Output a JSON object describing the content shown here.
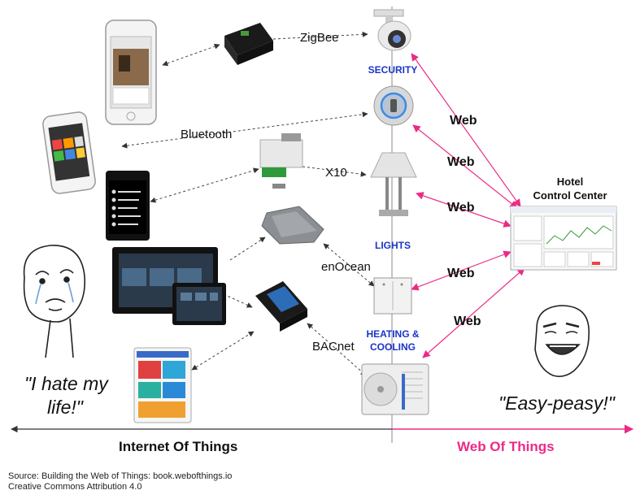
{
  "protocols": {
    "zigbee": "ZigBee",
    "bluetooth": "Bluetooth",
    "x10": "X10",
    "enocean": "enOcean",
    "bacnet": "BACnet"
  },
  "categories": {
    "security": "SECURITY",
    "lights": "LIGHTS",
    "heating_line1": "HEATING &",
    "heating_line2": "COOLING"
  },
  "web_label": "Web",
  "hotel": {
    "line1": "Hotel",
    "line2": "Control Center"
  },
  "quotes": {
    "sad_line1": "\"I hate my",
    "sad_line2": "life!\"",
    "happy": "\"Easy-peasy!\""
  },
  "sections": {
    "left": "Internet Of Things",
    "right": "Web Of Things"
  },
  "source": {
    "line1": "Source: Building the Web of Things: book.webofthings.io",
    "line2": "Creative Commons Attribution 4.0"
  },
  "colors": {
    "category_blue": "#1a35c8",
    "web_pink": "#ec2a86",
    "dashed_line": "#444444",
    "divider": "#888888"
  }
}
